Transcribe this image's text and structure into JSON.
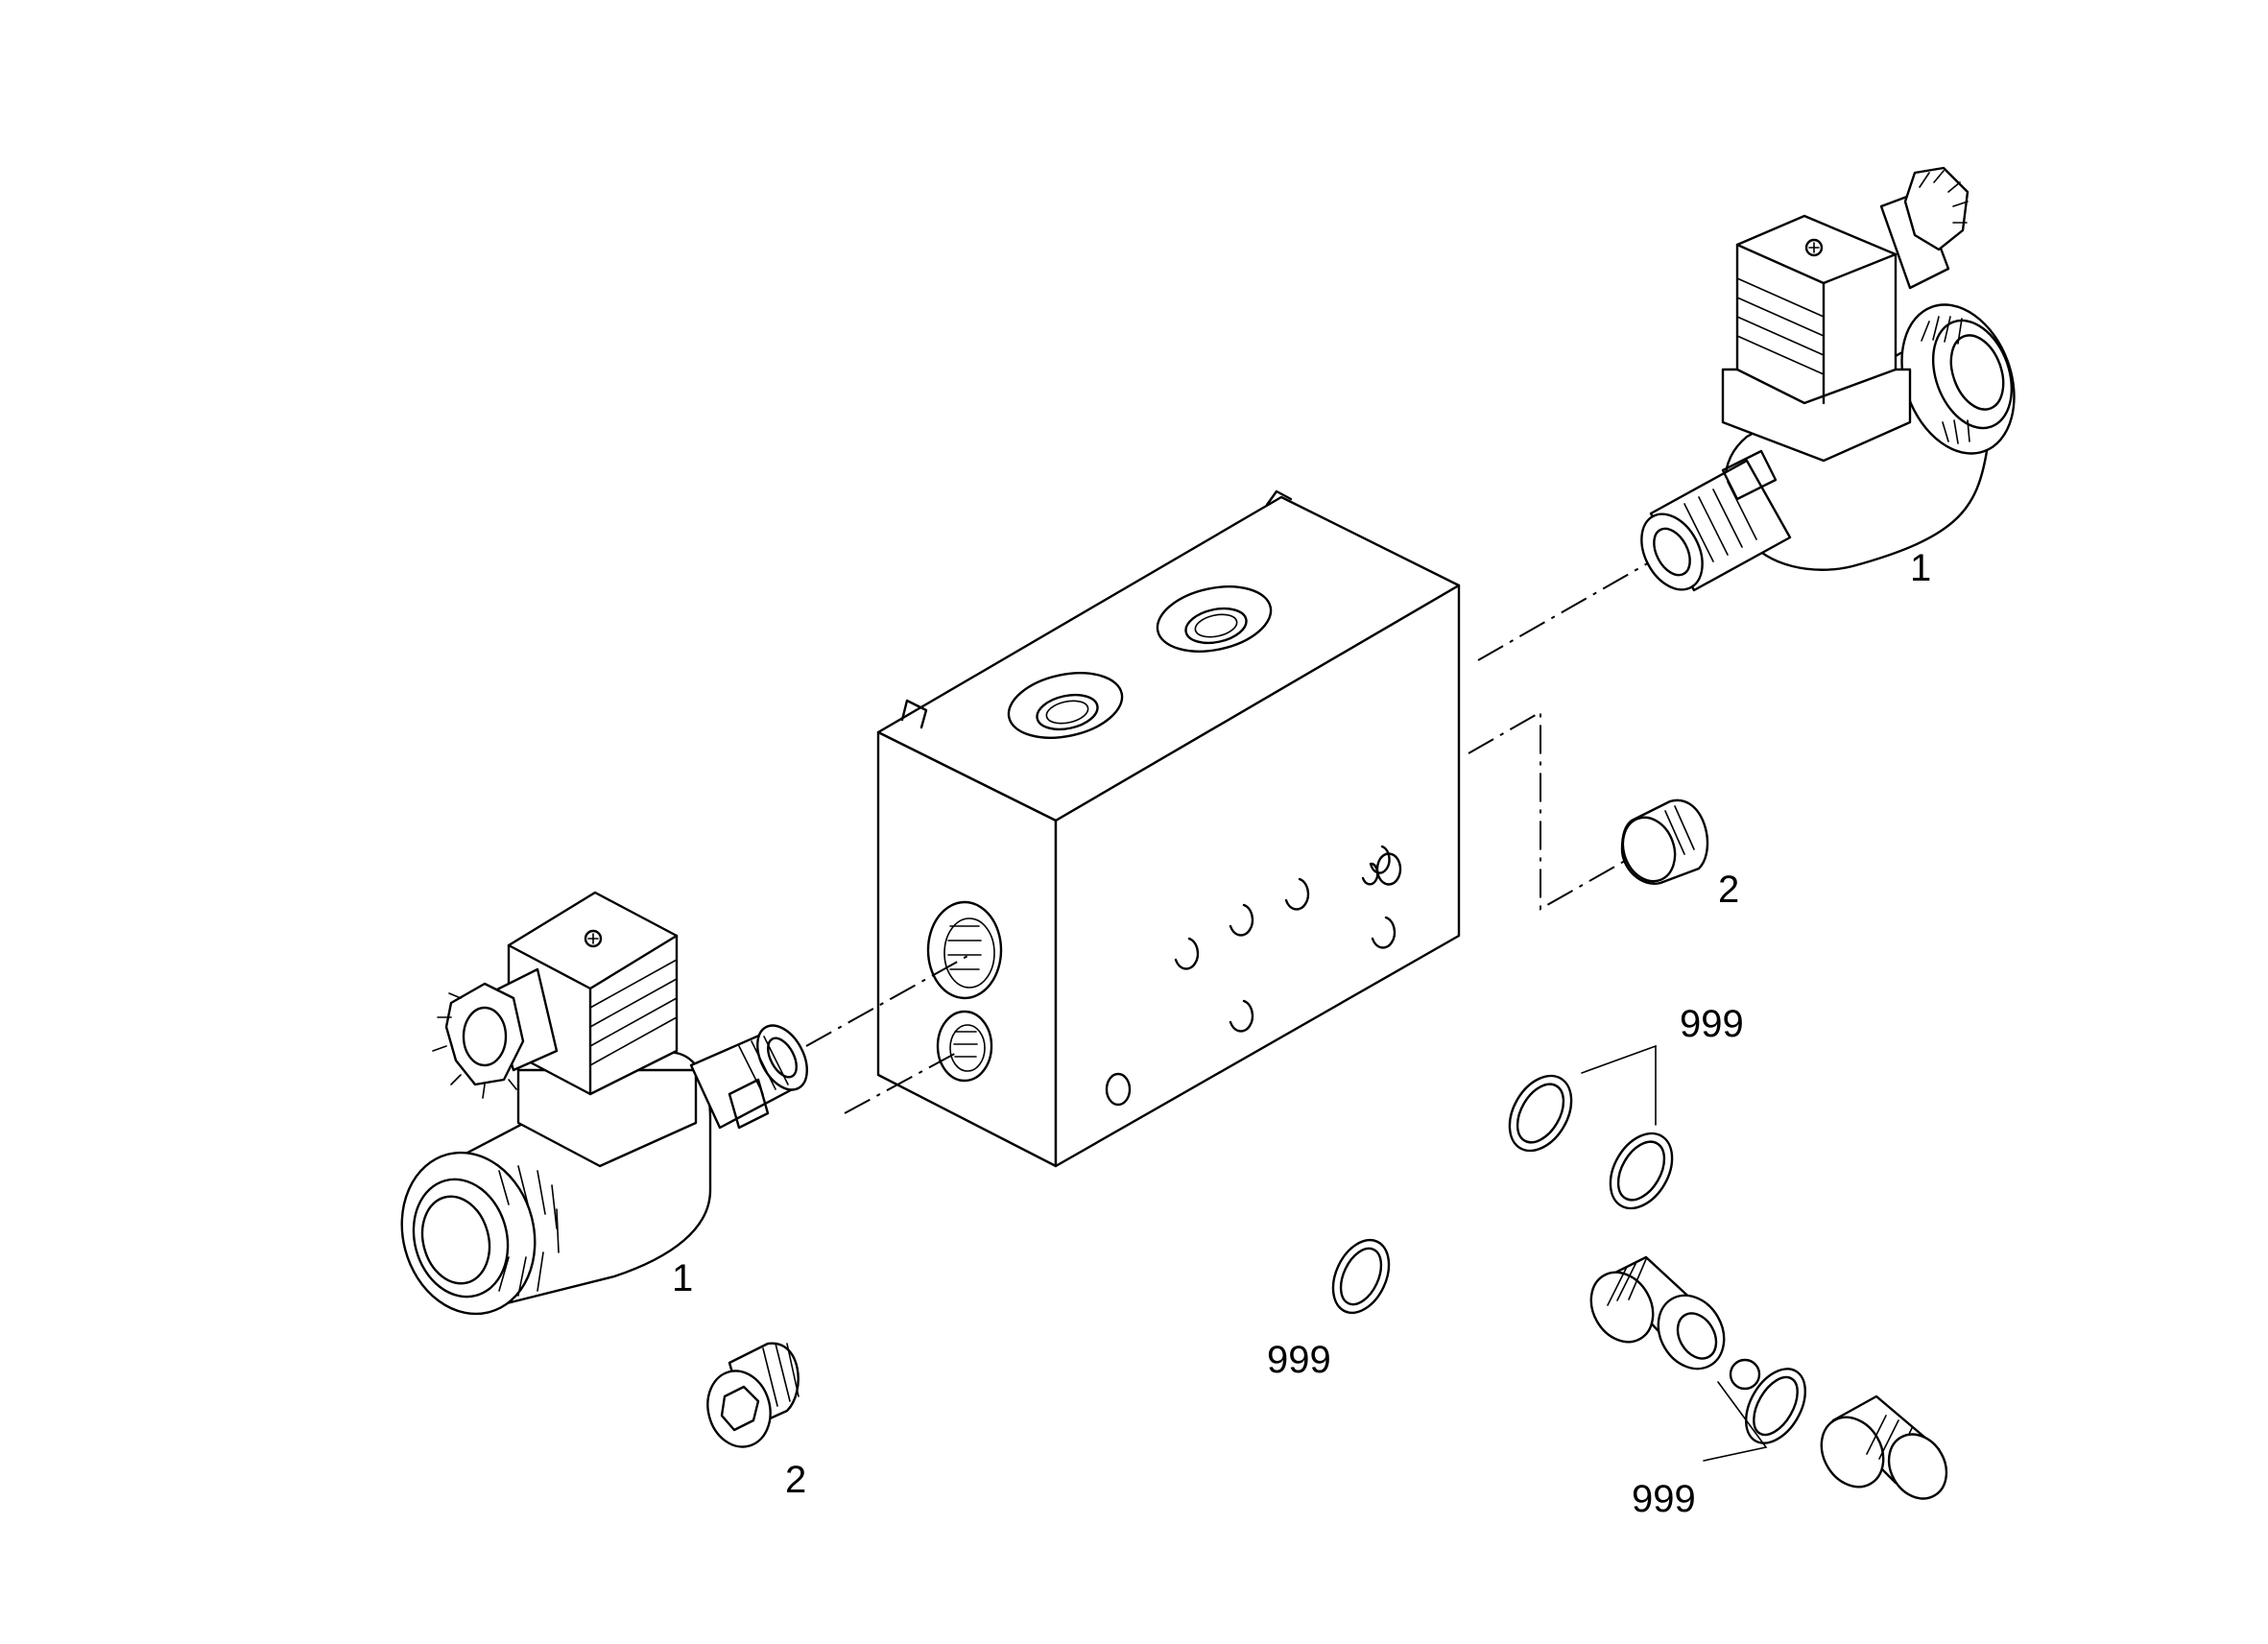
{
  "callouts": {
    "solenoid_right": "1",
    "solenoid_left": "1",
    "plug_right": "2",
    "plug_left": "2",
    "seal_ring_pair": "999",
    "seal_ring_single": "999",
    "seal_ring_lower": "999"
  }
}
